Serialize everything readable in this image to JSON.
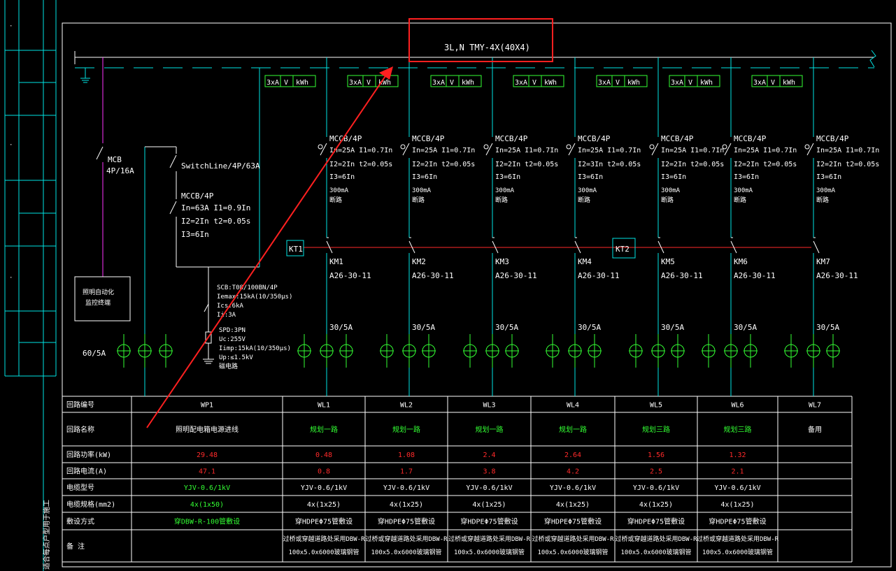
{
  "busbar": {
    "label": "3L,N   TMY-4X(40X4)"
  },
  "title_block": {
    "vertical_text": "适合每点户型用于施工"
  },
  "meter_box": {
    "cells": [
      "3xA",
      "V",
      "kWh"
    ]
  },
  "left_branch": {
    "mcb_name": "MCB",
    "mcb_rating": "4P/16A",
    "lighting_box_line1": "照明自动化",
    "lighting_box_line2": "监控终端",
    "ct_label": "60/5A"
  },
  "main_branch": {
    "switch_label": "SwitchLine/4P/63A",
    "mccb_name": "MCCB/4P",
    "mccb_params": [
      "In=63A  I1=0.9In",
      "I2=2In  t2=0.05s",
      "I3=6In"
    ],
    "scb_lines": [
      "SCB:T08/100BN/4P",
      "Iemax:15kA(10/350μs)",
      "Ics:6kA",
      "Ii:3A"
    ],
    "spd_lines": [
      "SPD:3PN",
      "Uc:255V",
      "Iimp:15kA(10/350μs)",
      "Up:≤1.5kV",
      "磁电路"
    ]
  },
  "contactor_groups": [
    {
      "label": "KT1"
    },
    {
      "label": "KT2"
    }
  ],
  "feeders": [
    {
      "mccb": "MCCB/4P",
      "p1": "In=25A  I1=0.7In",
      "p2": "I2=2In  t2=0.05s",
      "p3": "I3=6In",
      "p4": "300mA",
      "p5": "断路",
      "km": "KM1",
      "model": "A26-30-11",
      "ct": "30/5A"
    },
    {
      "mccb": "MCCB/4P",
      "p1": "In=25A  I1=0.7In",
      "p2": "I2=2In  t2=0.05s",
      "p3": "I3=6In",
      "p4": "300mA",
      "p5": "断路",
      "km": "KM2",
      "model": "A26-30-11",
      "ct": "30/5A"
    },
    {
      "mccb": "MCCB/4P",
      "p1": "In=25A  I1=0.7In",
      "p2": "I2=2In  t2=0.05s",
      "p3": "I3=6In",
      "p4": "300mA",
      "p5": "断路",
      "km": "KM3",
      "model": "A26-30-11",
      "ct": "30/5A"
    },
    {
      "mccb": "MCCB/4P",
      "p1": "In=25A  I1=0.7In",
      "p2": "I2=3In  t2=0.05s",
      "p3": "I3=6In",
      "p4": "300mA",
      "p5": "断路",
      "km": "KM4",
      "model": "A26-30-11",
      "ct": "30/5A"
    },
    {
      "mccb": "MCCB/4P",
      "p1": "In=25A  I1=0.7In",
      "p2": "I2=2In  t2=0.05s",
      "p3": "I3=6In",
      "p4": "300mA",
      "p5": "断路",
      "km": "KM5",
      "model": "A26-30-11",
      "ct": "30/5A"
    },
    {
      "mccb": "MCCB/4P",
      "p1": "In=25A  I1=0.7In",
      "p2": "I2=2In  t2=0.05s",
      "p3": "I3=6In",
      "p4": "300mA",
      "p5": "断路",
      "km": "KM6",
      "model": "A26-30-11",
      "ct": "30/5A"
    },
    {
      "mccb": "MCCB/4P",
      "p1": "In=25A  I1=0.7In",
      "p2": "I2=2In  t2=0.05s",
      "p3": "I3=6In",
      "p4": "300mA",
      "p5": "断路",
      "km": "KM7",
      "model": "A26-30-11",
      "ct": "30/5A"
    }
  ],
  "table": {
    "row_labels": [
      "回路编号",
      "回路名称",
      "回路功率(kW)",
      "回路电流(A)",
      "电缆型号",
      "电缆规格(mm2)",
      "敷设方式",
      "备    注"
    ],
    "columns": [
      {
        "id": "WP1",
        "name": "照明配电箱电源进线",
        "power": "29.48",
        "current": "47.1",
        "cable": "YJV-0.6/1kV",
        "spec": "4x(1x50)",
        "laying": "穿DBW-R-100管敷设",
        "note1": "",
        "note2": ""
      },
      {
        "id": "WL1",
        "name": "规划一路",
        "power": "0.48",
        "current": "0.8",
        "cable": "YJV-0.6/1kV",
        "spec": "4x(1x25)",
        "laying": "穿HDPEΦ75管敷设",
        "note1": "过桥或穿越道路处采用DBW-R",
        "note2": "100x5.0x6000玻璃钢管"
      },
      {
        "id": "WL2",
        "name": "规划一路",
        "power": "1.08",
        "current": "1.7",
        "cable": "YJV-0.6/1kV",
        "spec": "4x(1x25)",
        "laying": "穿HDPEΦ75管敷设",
        "note1": "过桥或穿越道路处采用DBW-R",
        "note2": "100x5.0x6000玻璃钢管"
      },
      {
        "id": "WL3",
        "name": "规划一路",
        "power": "2.4",
        "current": "3.8",
        "cable": "YJV-0.6/1kV",
        "spec": "4x(1x25)",
        "laying": "穿HDPEΦ75管敷设",
        "note1": "过桥或穿越道路处采用DBW-R",
        "note2": "100x5.0x6000玻璃钢管"
      },
      {
        "id": "WL4",
        "name": "规划一路",
        "power": "2.64",
        "current": "4.2",
        "cable": "YJV-0.6/1kV",
        "spec": "4x(1x25)",
        "laying": "穿HDPEΦ75管敷设",
        "note1": "过桥或穿越道路处采用DBW-R",
        "note2": "100x5.0x6000玻璃钢管"
      },
      {
        "id": "WL5",
        "name": "规划三路",
        "power": "1.56",
        "current": "2.5",
        "cable": "YJV-0.6/1kV",
        "spec": "4x(1x25)",
        "laying": "穿HDPEΦ75管敷设",
        "note1": "过桥或穿越道路处采用DBW-R",
        "note2": "100x5.0x6000玻璃钢管"
      },
      {
        "id": "WL6",
        "name": "规划三路",
        "power": "1.32",
        "current": "2.1",
        "cable": "YJV-0.6/1kV",
        "spec": "4x(1x25)",
        "laying": "穿HDPEΦ75管敷设",
        "note1": "过桥或穿越道路处采用DBW-R",
        "note2": "100x5.0x6000玻璃钢管"
      },
      {
        "id": "WL7",
        "name": "备用",
        "power": "",
        "current": "",
        "cable": "",
        "spec": "",
        "laying": "",
        "note1": "",
        "note2": ""
      }
    ]
  },
  "colors": {
    "background": "#000000",
    "wire": "#00e5e5",
    "green": "#33ff33",
    "red": "#ff2a2a",
    "magenta": "#ff33ff",
    "white": "#ffffff",
    "annotation": "#ff2020"
  }
}
